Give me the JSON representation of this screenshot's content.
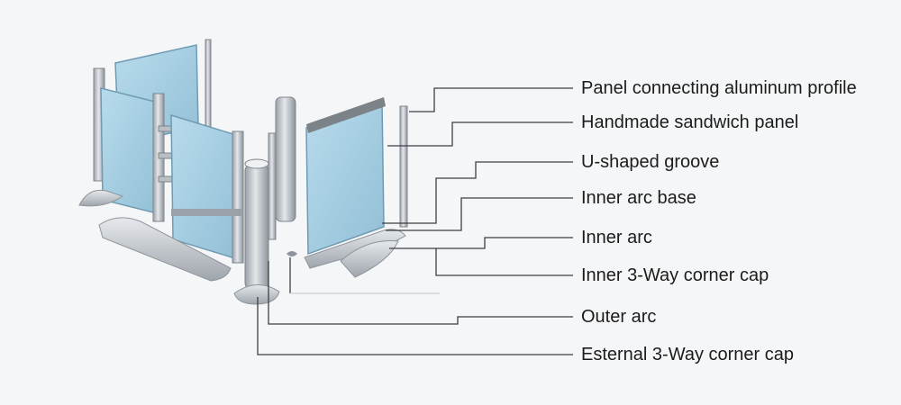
{
  "labels": [
    "Panel connecting aluminum profile",
    "Handmade sandwich panel",
    "U-shaped groove",
    "Inner arc base",
    "Inner arc",
    "Inner 3-Way corner cap",
    "Outer arc",
    "Esternal 3-Way corner cap"
  ],
  "colors": {
    "panel_face": "#a9cfe3",
    "panel_edge": "#7aa6bd",
    "aluminum": "#c3c8cd",
    "aluminum_dark": "#8d949b",
    "leader_line": "#3a4046",
    "background": "#f5f6f7"
  }
}
